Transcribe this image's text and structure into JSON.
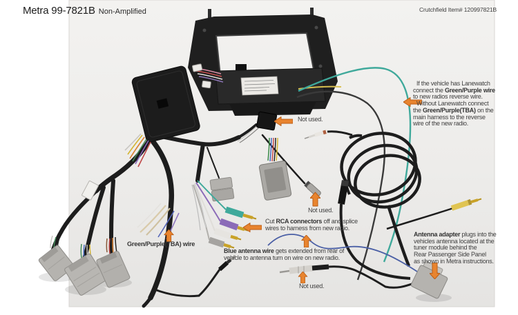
{
  "header": {
    "title": "Metra 99-7821B",
    "subtitle": "Non-Amplified",
    "item_number": "Crutchfield Item# 120997821B"
  },
  "annotations": {
    "not_used_top": "Not used.",
    "not_used_mid": "Not used.",
    "not_used_bottom": "Not used.",
    "green_purple_label": "Green/Purple(TBA) wire",
    "rca_note": {
      "pre": "Cut ",
      "bold": "RCA connectors",
      "post": " off and splice",
      "line2": "wires to harness from new radio."
    },
    "blue_note": {
      "bold": "Blue antenna wire",
      "line1_rest": " gets extended from rear of",
      "line2": "vehicle to antenna turn on wire on new radio."
    },
    "lanewatch": {
      "line1": "If the vehicle has Lanewatch",
      "line2_pre": "connect the ",
      "line2_bold": "Green/Purple wire",
      "line3": "to new radios reverse wire.",
      "line4": "Without Lanewatch connect",
      "line5_pre": "the ",
      "line5_bold": "Green/Purple(TBA)",
      "line5_post": " on the",
      "line6": "main harness to the reverse",
      "line7": "wire of the new radio."
    },
    "antenna_note": {
      "bold": "Antenna adapter",
      "line1_rest": " plugs into the",
      "line2": "vehicles antenna located at the",
      "line3": "tuner module behind the",
      "line4": "Rear Passenger Side Panel",
      "line5": "as shown in Metra instructions."
    }
  },
  "icons": {
    "note_pointer": "orange-arrow"
  },
  "colors": {
    "arrow": "#e8842f",
    "photo_bg": "#edecea",
    "text": "#3e3e3e",
    "teal_wire": "#3fa99b",
    "purple_rca": "#8b6bb8",
    "yellow_rca": "#e0c452",
    "blue_wire": "#4a5fa5",
    "connector_gray": "#b5b3af"
  }
}
